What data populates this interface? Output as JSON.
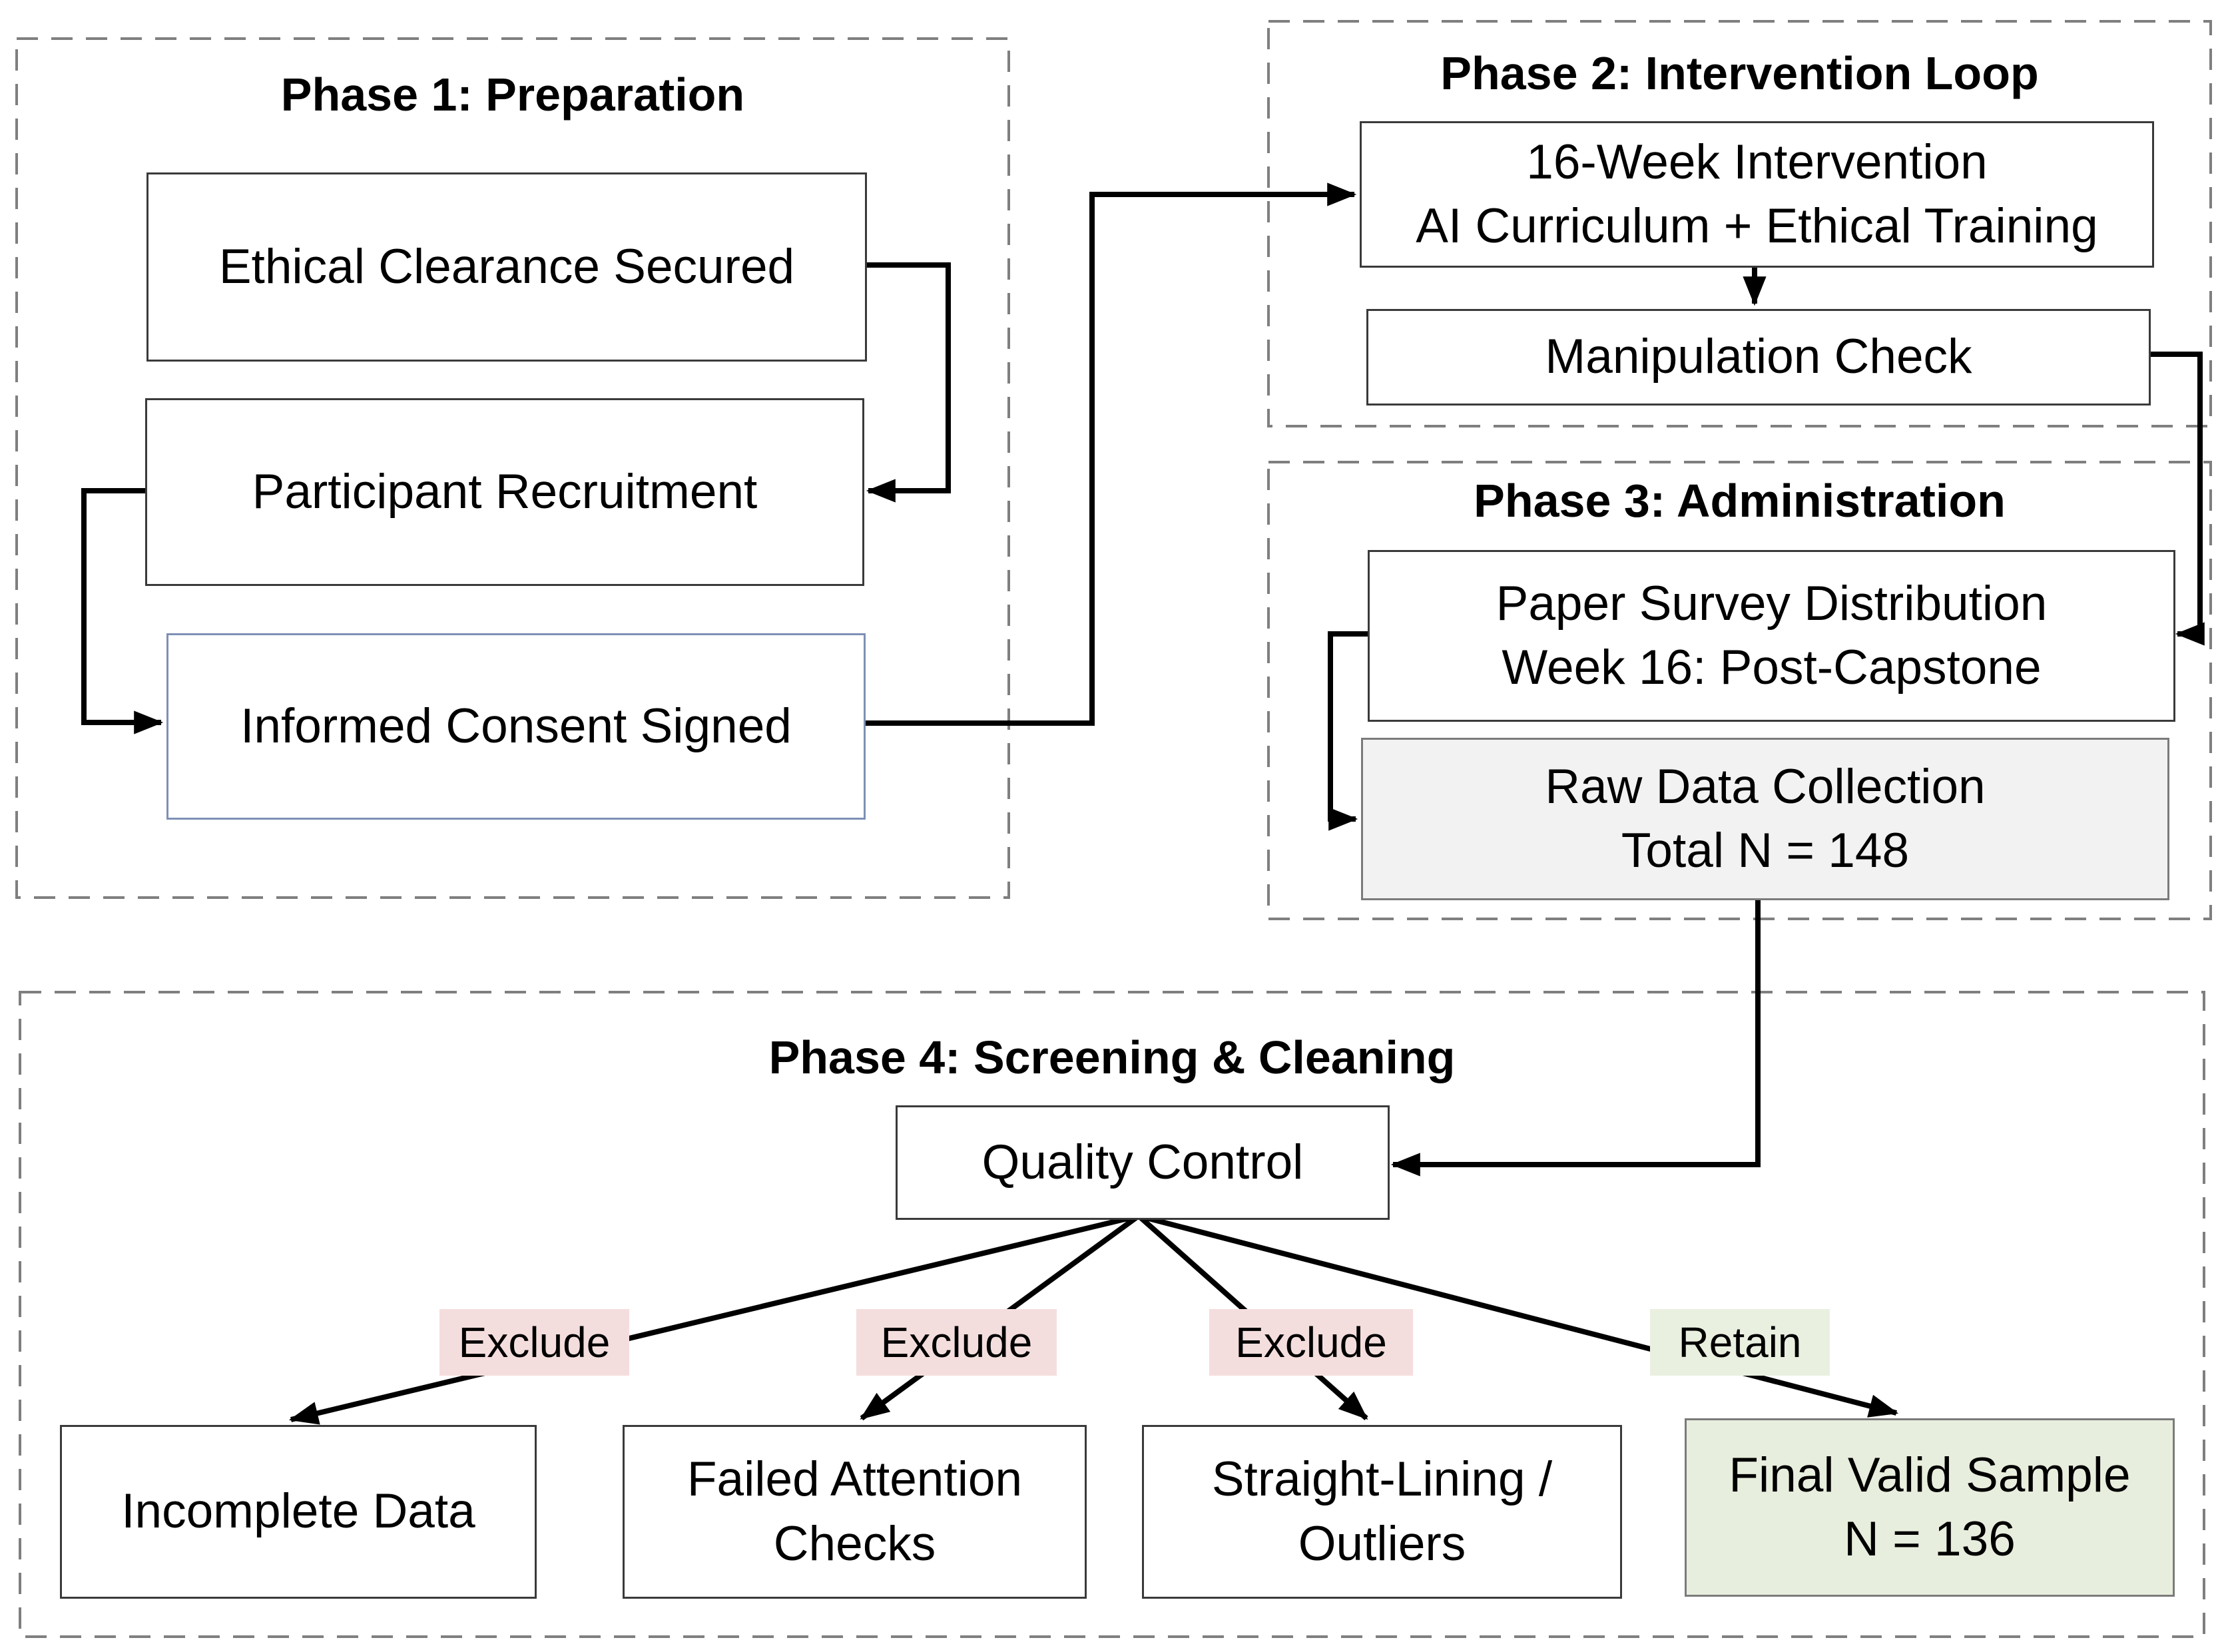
{
  "diagram": {
    "phases": [
      {
        "id": "phase-1",
        "title": "Phase 1: Preparation"
      },
      {
        "id": "phase-2",
        "title": "Phase 2: Intervention Loop"
      },
      {
        "id": "phase-3",
        "title": "Phase 3: Administration"
      },
      {
        "id": "phase-4",
        "title": "Phase 4: Screening & Cleaning"
      }
    ],
    "nodes": [
      {
        "id": "ethical-clearance",
        "lines": [
          "Ethical Clearance Secured"
        ]
      },
      {
        "id": "participant-recruitment",
        "lines": [
          "Participant Recruitment"
        ]
      },
      {
        "id": "informed-consent",
        "lines": [
          "Informed Consent Signed"
        ]
      },
      {
        "id": "intervention",
        "lines": [
          "16-Week Intervention",
          "AI Curriculum + Ethical Training"
        ]
      },
      {
        "id": "manipulation-check",
        "lines": [
          "Manipulation Check"
        ]
      },
      {
        "id": "paper-survey",
        "lines": [
          "Paper Survey Distribution",
          "Week 16: Post-Capstone"
        ]
      },
      {
        "id": "raw-data-collection",
        "lines": [
          "Raw Data Collection",
          "Total N = 148"
        ]
      },
      {
        "id": "quality-control",
        "lines": [
          "Quality Control"
        ]
      },
      {
        "id": "incomplete-data",
        "lines": [
          "Incomplete Data"
        ]
      },
      {
        "id": "failed-attention-checks",
        "lines": [
          "Failed Attention",
          "Checks"
        ]
      },
      {
        "id": "straight-lining-outliers",
        "lines": [
          "Straight-Lining /",
          "Outliers"
        ]
      },
      {
        "id": "final-valid-sample",
        "lines": [
          "Final Valid Sample",
          "N = 136"
        ]
      }
    ],
    "edge_labels": [
      {
        "id": "exclude-1",
        "text": "Exclude"
      },
      {
        "id": "exclude-2",
        "text": "Exclude"
      },
      {
        "id": "exclude-3",
        "text": "Exclude"
      },
      {
        "id": "retain",
        "text": "Retain"
      }
    ],
    "colors": {
      "background": "#ffffff",
      "text": "#000000",
      "box_border": "#3a3a3a",
      "phase_border": "#7f7f7f",
      "connector": "#000000",
      "exclude_bg": "#f4dedd",
      "retain_bg": "#eaf0e0",
      "raw_data_bg": "#f2f2f2",
      "final_sample_bg": "#e8eedd",
      "muted_border": "#7b7b7b",
      "consent_border": "#7e90b6"
    }
  }
}
